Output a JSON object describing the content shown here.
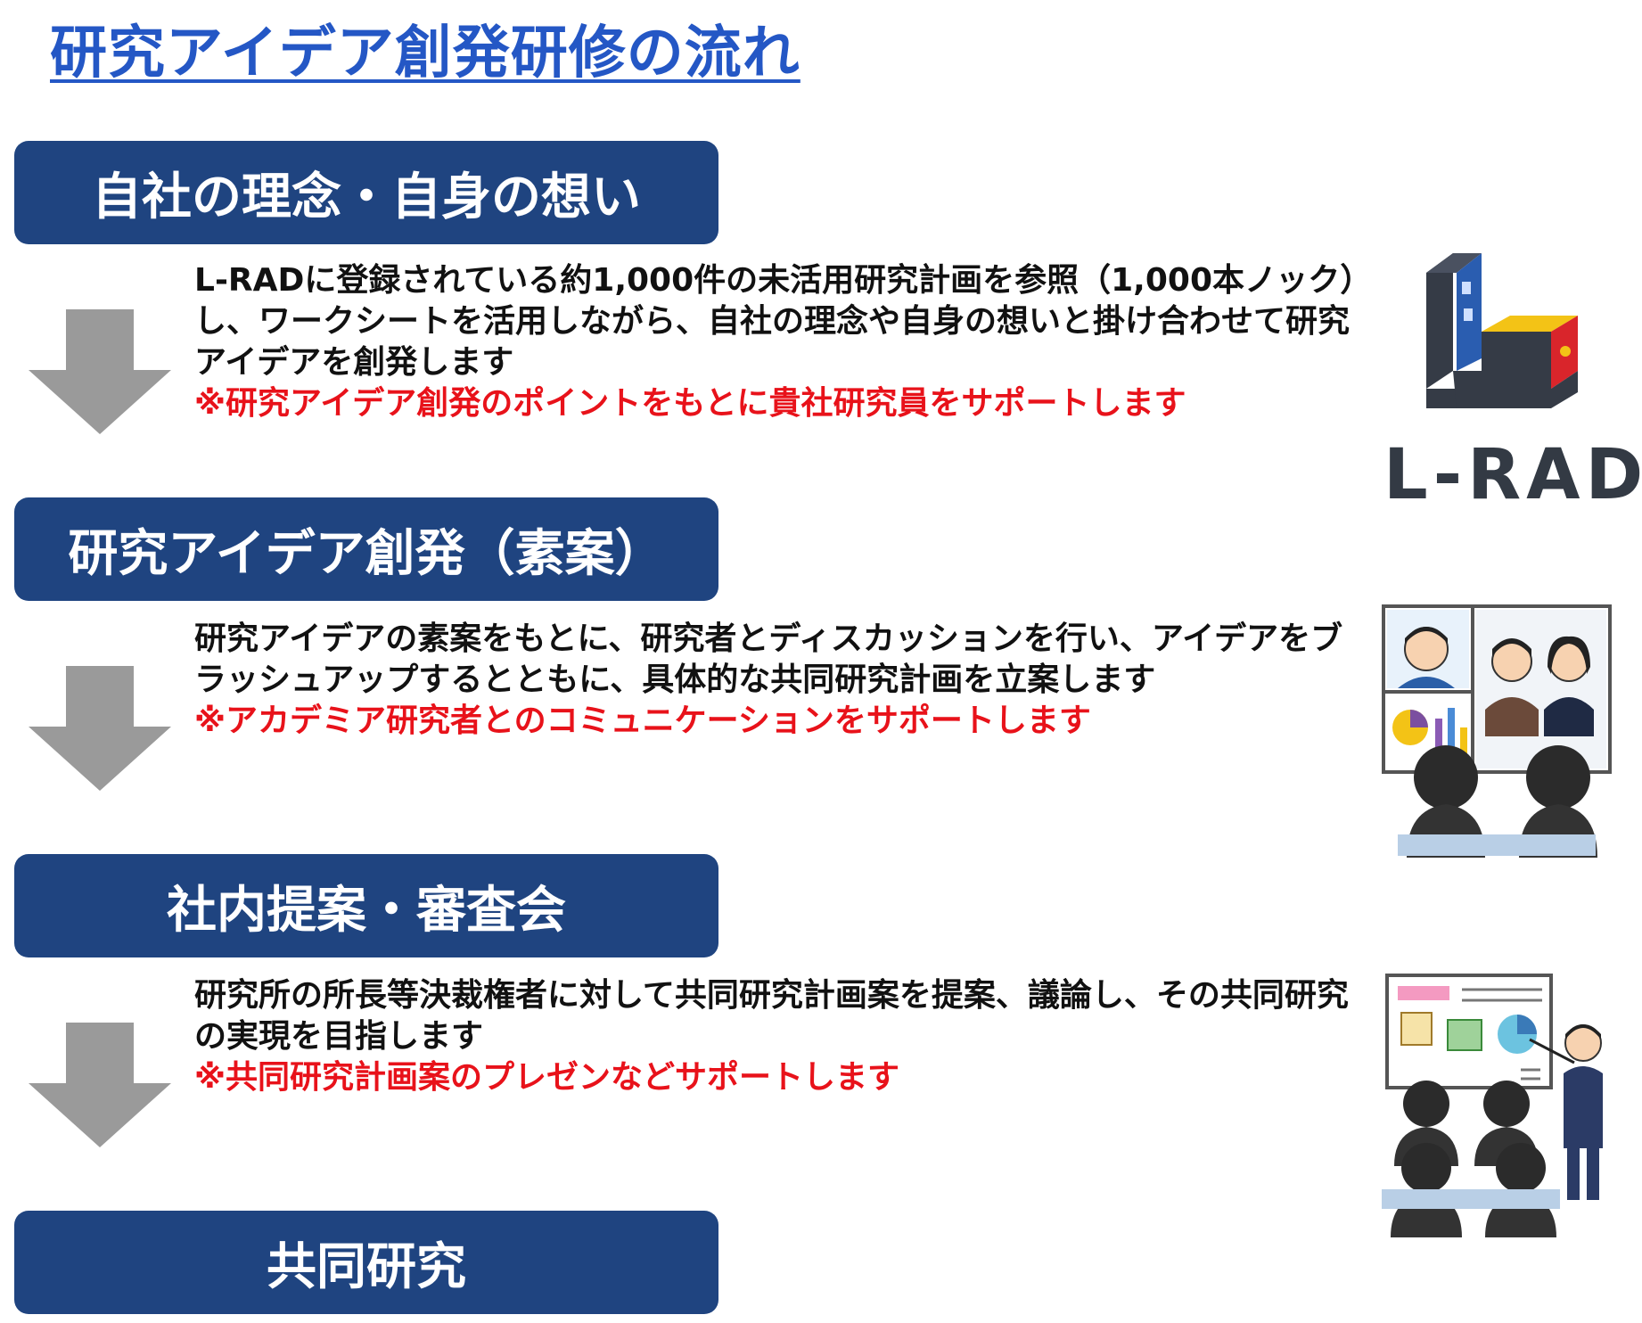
{
  "title": "研究アイデア創発研修の流れ",
  "steps": [
    {
      "label": "自社の理念・自身の想い",
      "description": "L-RADに登録されている約1,000件の未活用研究計画を参照（1,000本ノック）し、ワークシートを活用しながら、自社の理念や自身の想いと掛け合わせて研究アイデアを創発します",
      "note": "※研究アイデア創発のポイントをもとに貴社研究員をサポートします"
    },
    {
      "label": "研究アイデア創発（素案）",
      "description": "研究アイデアの素案をもとに、研究者とディスカッションを行い、アイデアをブラッシュアップするとともに、具体的な共同研究計画を立案します",
      "note": "※アカデミア研究者とのコミュニケーションをサポートします"
    },
    {
      "label": "社内提案・審査会",
      "description": "研究所の所長等決裁権者に対して共同研究計画案を提案、議論し、その共同研究の実現を目指します",
      "note": "※共同研究計画案のプレゼンなどサポートします"
    },
    {
      "label": "共同研究"
    }
  ],
  "logo": {
    "text": "L-RAD",
    "colors": {
      "dark": "#353b46",
      "blue": "#2a5db0",
      "yellow": "#f3c316",
      "red": "#d9252b"
    }
  },
  "icons": {
    "arrow": "down-arrow-icon",
    "meeting": "online-meeting-illustration",
    "presentation": "presentation-illustration"
  },
  "colors": {
    "title": "#2457c5",
    "step_box": "#1f4480",
    "note": "#e8121a",
    "arrow": "#9a9a9a"
  }
}
